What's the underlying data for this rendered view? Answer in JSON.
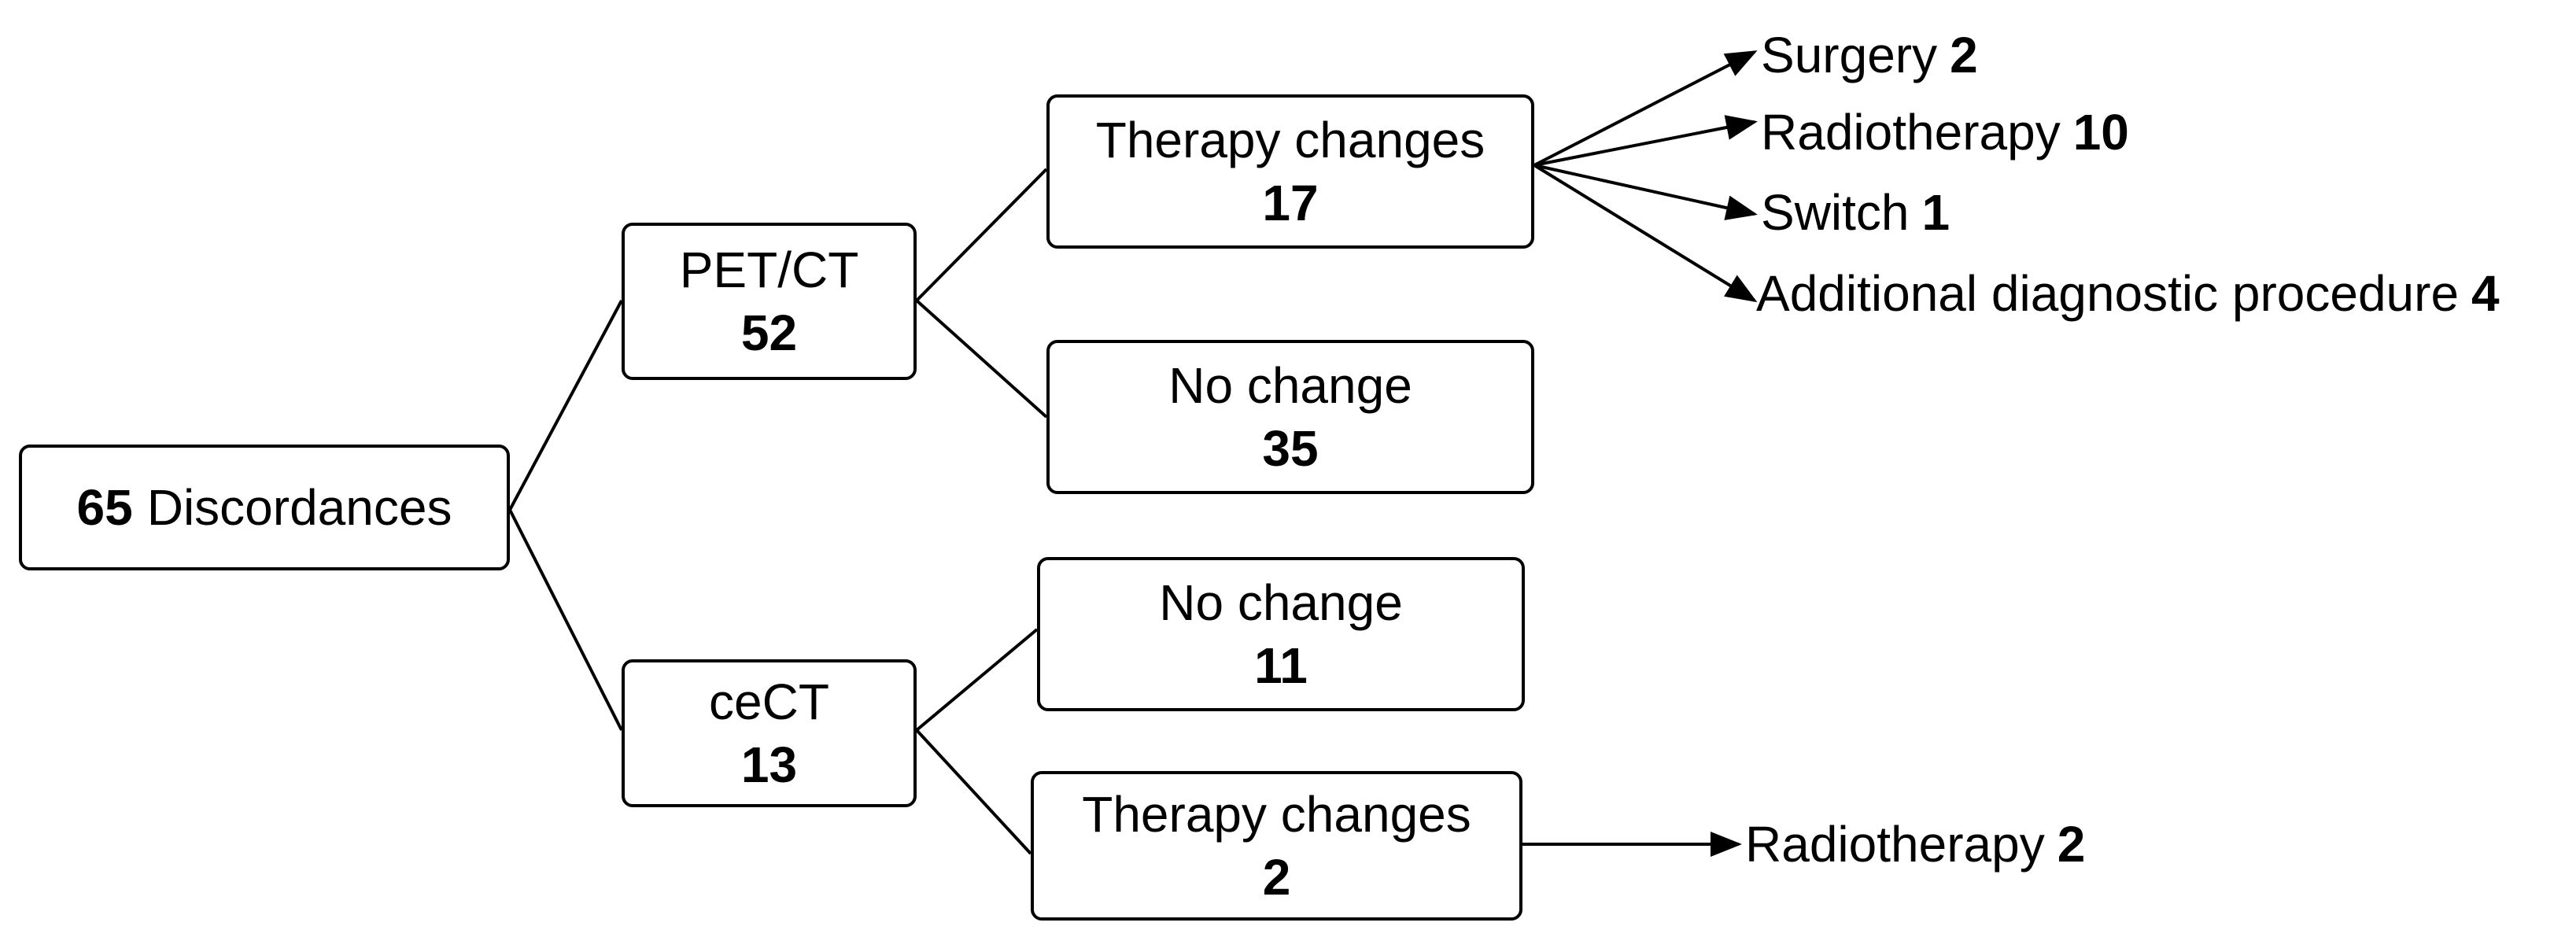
{
  "root": {
    "count": "65",
    "label": "Discordances"
  },
  "petct": {
    "label": "PET/CT",
    "count": "52",
    "therapy_changes": {
      "label": "Therapy changes",
      "count": "17"
    },
    "no_change": {
      "label": "No change",
      "count": "35"
    },
    "outcomes": [
      {
        "label": "Surgery",
        "count": "2"
      },
      {
        "label": "Radiotherapy",
        "count": "10"
      },
      {
        "label": "Switch",
        "count": "1"
      },
      {
        "label": "Additional diagnostic procedure",
        "count": "4"
      }
    ]
  },
  "cect": {
    "label": "ceCT",
    "count": "13",
    "no_change": {
      "label": "No change",
      "count": "11"
    },
    "therapy_changes": {
      "label": "Therapy changes",
      "count": "2"
    },
    "outcomes": [
      {
        "label": "Radiotherapy",
        "count": "2"
      }
    ]
  }
}
